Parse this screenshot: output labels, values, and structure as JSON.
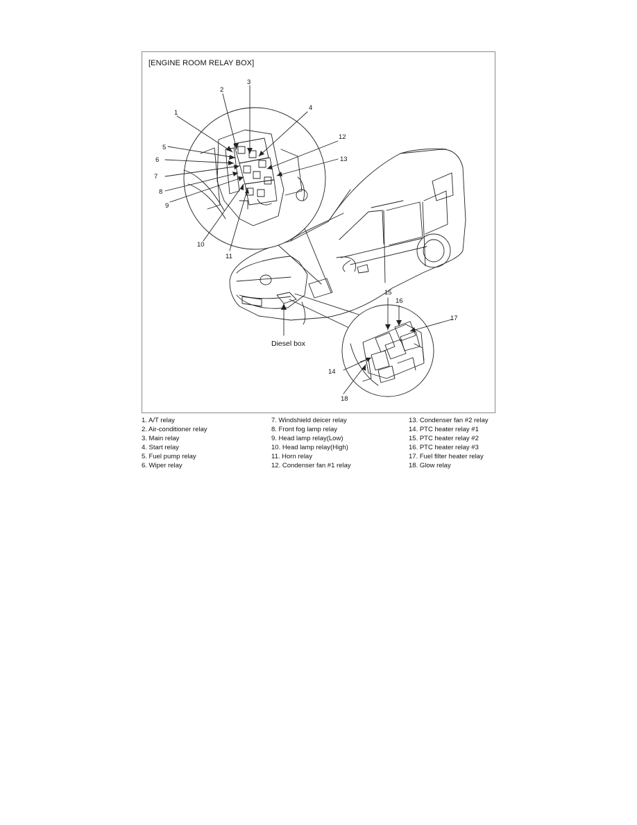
{
  "figure": {
    "title": "[ENGINE ROOM RELAY BOX]",
    "diesel_label": "Diesel box",
    "callouts": [
      "1",
      "2",
      "3",
      "4",
      "5",
      "6",
      "7",
      "8",
      "9",
      "10",
      "11",
      "12",
      "13",
      "14",
      "15",
      "16",
      "17",
      "18"
    ]
  },
  "legend": {
    "col1": [
      "1. A/T relay",
      "2. Air-conditioner relay",
      "3. Main relay",
      "4. Start relay",
      "5. Fuel pump relay",
      "6. Wiper relay"
    ],
    "col2": [
      "7. Windshield deicer relay",
      "8. Front fog lamp relay",
      "9. Head lamp relay(Low)",
      "10. Head lamp relay(High)",
      "11. Horn relay",
      "12. Condenser fan #1 relay"
    ],
    "col3": [
      "13. Condenser fan #2 relay",
      "14. PTC heater relay #1",
      "15. PTC heater relay #2",
      "16. PTC heater relay #3",
      "17. Fuel filter heater relay",
      "18. Glow relay"
    ]
  }
}
